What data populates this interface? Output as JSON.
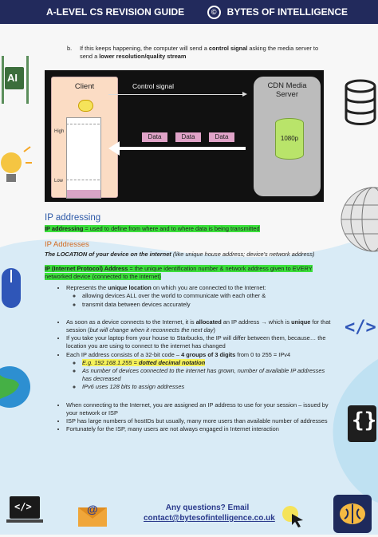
{
  "header": {
    "title": "A-LEVEL CS REVISION GUIDE",
    "copyright_symbol": "©",
    "brand": "BYTES OF INTELLIGENCE"
  },
  "intro": {
    "label": "b.",
    "text_parts": [
      "If this keeps happening, the computer will send a ",
      "control signal",
      " asking the media server to send a ",
      "lower resolution/quality stream"
    ]
  },
  "diagram": {
    "client_label": "Client",
    "server_label": "CDN Media Server",
    "control_signal_label": "Control signal",
    "high_label": "High",
    "low_label": "Low",
    "data_chips": [
      "Data",
      "Data",
      "Data"
    ],
    "storage_label": "1080p",
    "buffer_level": 0.1
  },
  "ip_addressing": {
    "heading": "IP addressing",
    "definition_term": "IP addressing",
    "definition_text": " = used to define from where and to where data is being transmitted"
  },
  "ip_addresses": {
    "heading": "IP Addresses",
    "tagline_bold": "The LOCATION of your device on the internet",
    "tagline_rest": " (like unique house address; device's network address)",
    "definition_term": "IP (Internet Protocol) Address",
    "definition_text": " = the unique identification number & network address given to EVERY networked device (connected to the internet)",
    "b1": {
      "pre": "Represents the ",
      "bold": "unique location",
      "post": " on which you are connected to the Internet:",
      "subs": [
        "allowing devices ALL over the world to communicate with each other &",
        "transmit data between devices accurately"
      ]
    },
    "b2": {
      "pre": "As soon as a device connects to the Internet, it is ",
      "bold1": "allocated",
      "mid": " an IP address → which is ",
      "bold2": "unique",
      "post": " for that session (",
      "ital": "but will change when it reconnects the next day",
      "end": ")"
    },
    "b3": "If you take your laptop from your house to Starbucks, the IP will differ between them, because… the location you are using to connect to the internet has changed",
    "b4": {
      "pre": "Each IP address consists of a 32-bit code – ",
      "bold": "4 groups of 3 digits",
      "post": " from 0 to 255 = IPv4"
    },
    "b4_subs": {
      "eg_pre": "E.g. 192.168.1.255 = ",
      "eg_bold": "dotted decimal notation",
      "sub2": "As number of devices connected to the internet has grown, number of available IP addresses has decreased",
      "sub3": "IPv6 uses 128 bits to assign addresses"
    },
    "b5": "When connecting to the Internet, you are assigned an IP address to use for your session – issued by your network or ISP",
    "b6": "ISP has large numbers of hostIDs but usually, many more users than available number of addresses",
    "b7": "Fortunately for the ISP, many users are not always engaged in Internet interaction"
  },
  "footer": {
    "question": "Any questions? Email",
    "email": "contact@bytesofintelligence.co.uk"
  },
  "icons": {
    "ai_chip": "AI",
    "code_tag_left": "</>",
    "code_tag_right": "</>",
    "braces": "{}",
    "mail_at": "@"
  },
  "colors": {
    "header_bg": "#222a5c",
    "highlight_green": "#3be03b",
    "highlight_yellow": "#f5f25a",
    "heading_blue": "#2e5aa8",
    "heading_orange": "#d2691e"
  }
}
